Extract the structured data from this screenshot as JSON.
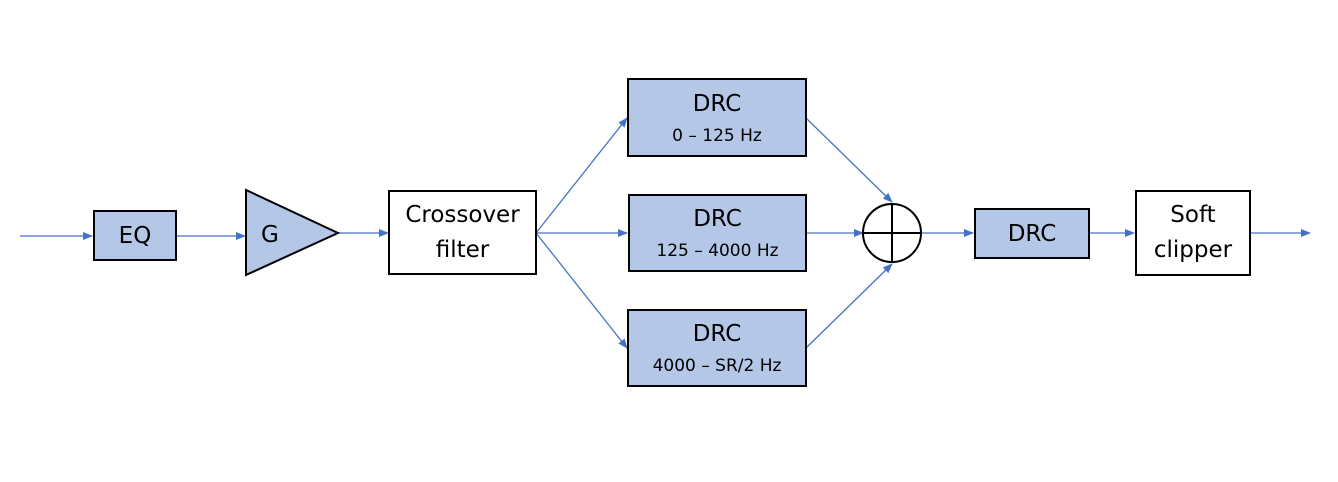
{
  "colors": {
    "filled_block": "#b4c7e7",
    "plain_block": "#ffffff",
    "border": "#000000",
    "connector": "#4472c4"
  },
  "blocks": {
    "eq": {
      "label": "EQ"
    },
    "gain": {
      "label": "G"
    },
    "crossover": {
      "line1": "Crossover",
      "line2": "filter"
    },
    "drc_low": {
      "label": "DRC",
      "range": "0 – 125 Hz"
    },
    "drc_mid": {
      "label": "DRC",
      "range": "125 – 4000 Hz"
    },
    "drc_high": {
      "label": "DRC",
      "range": "4000 – SR/2 Hz"
    },
    "summer": {
      "icon": "summing-junction-icon"
    },
    "drc_final": {
      "label": "DRC"
    },
    "clipper": {
      "line1": "Soft",
      "line2": "clipper"
    }
  }
}
